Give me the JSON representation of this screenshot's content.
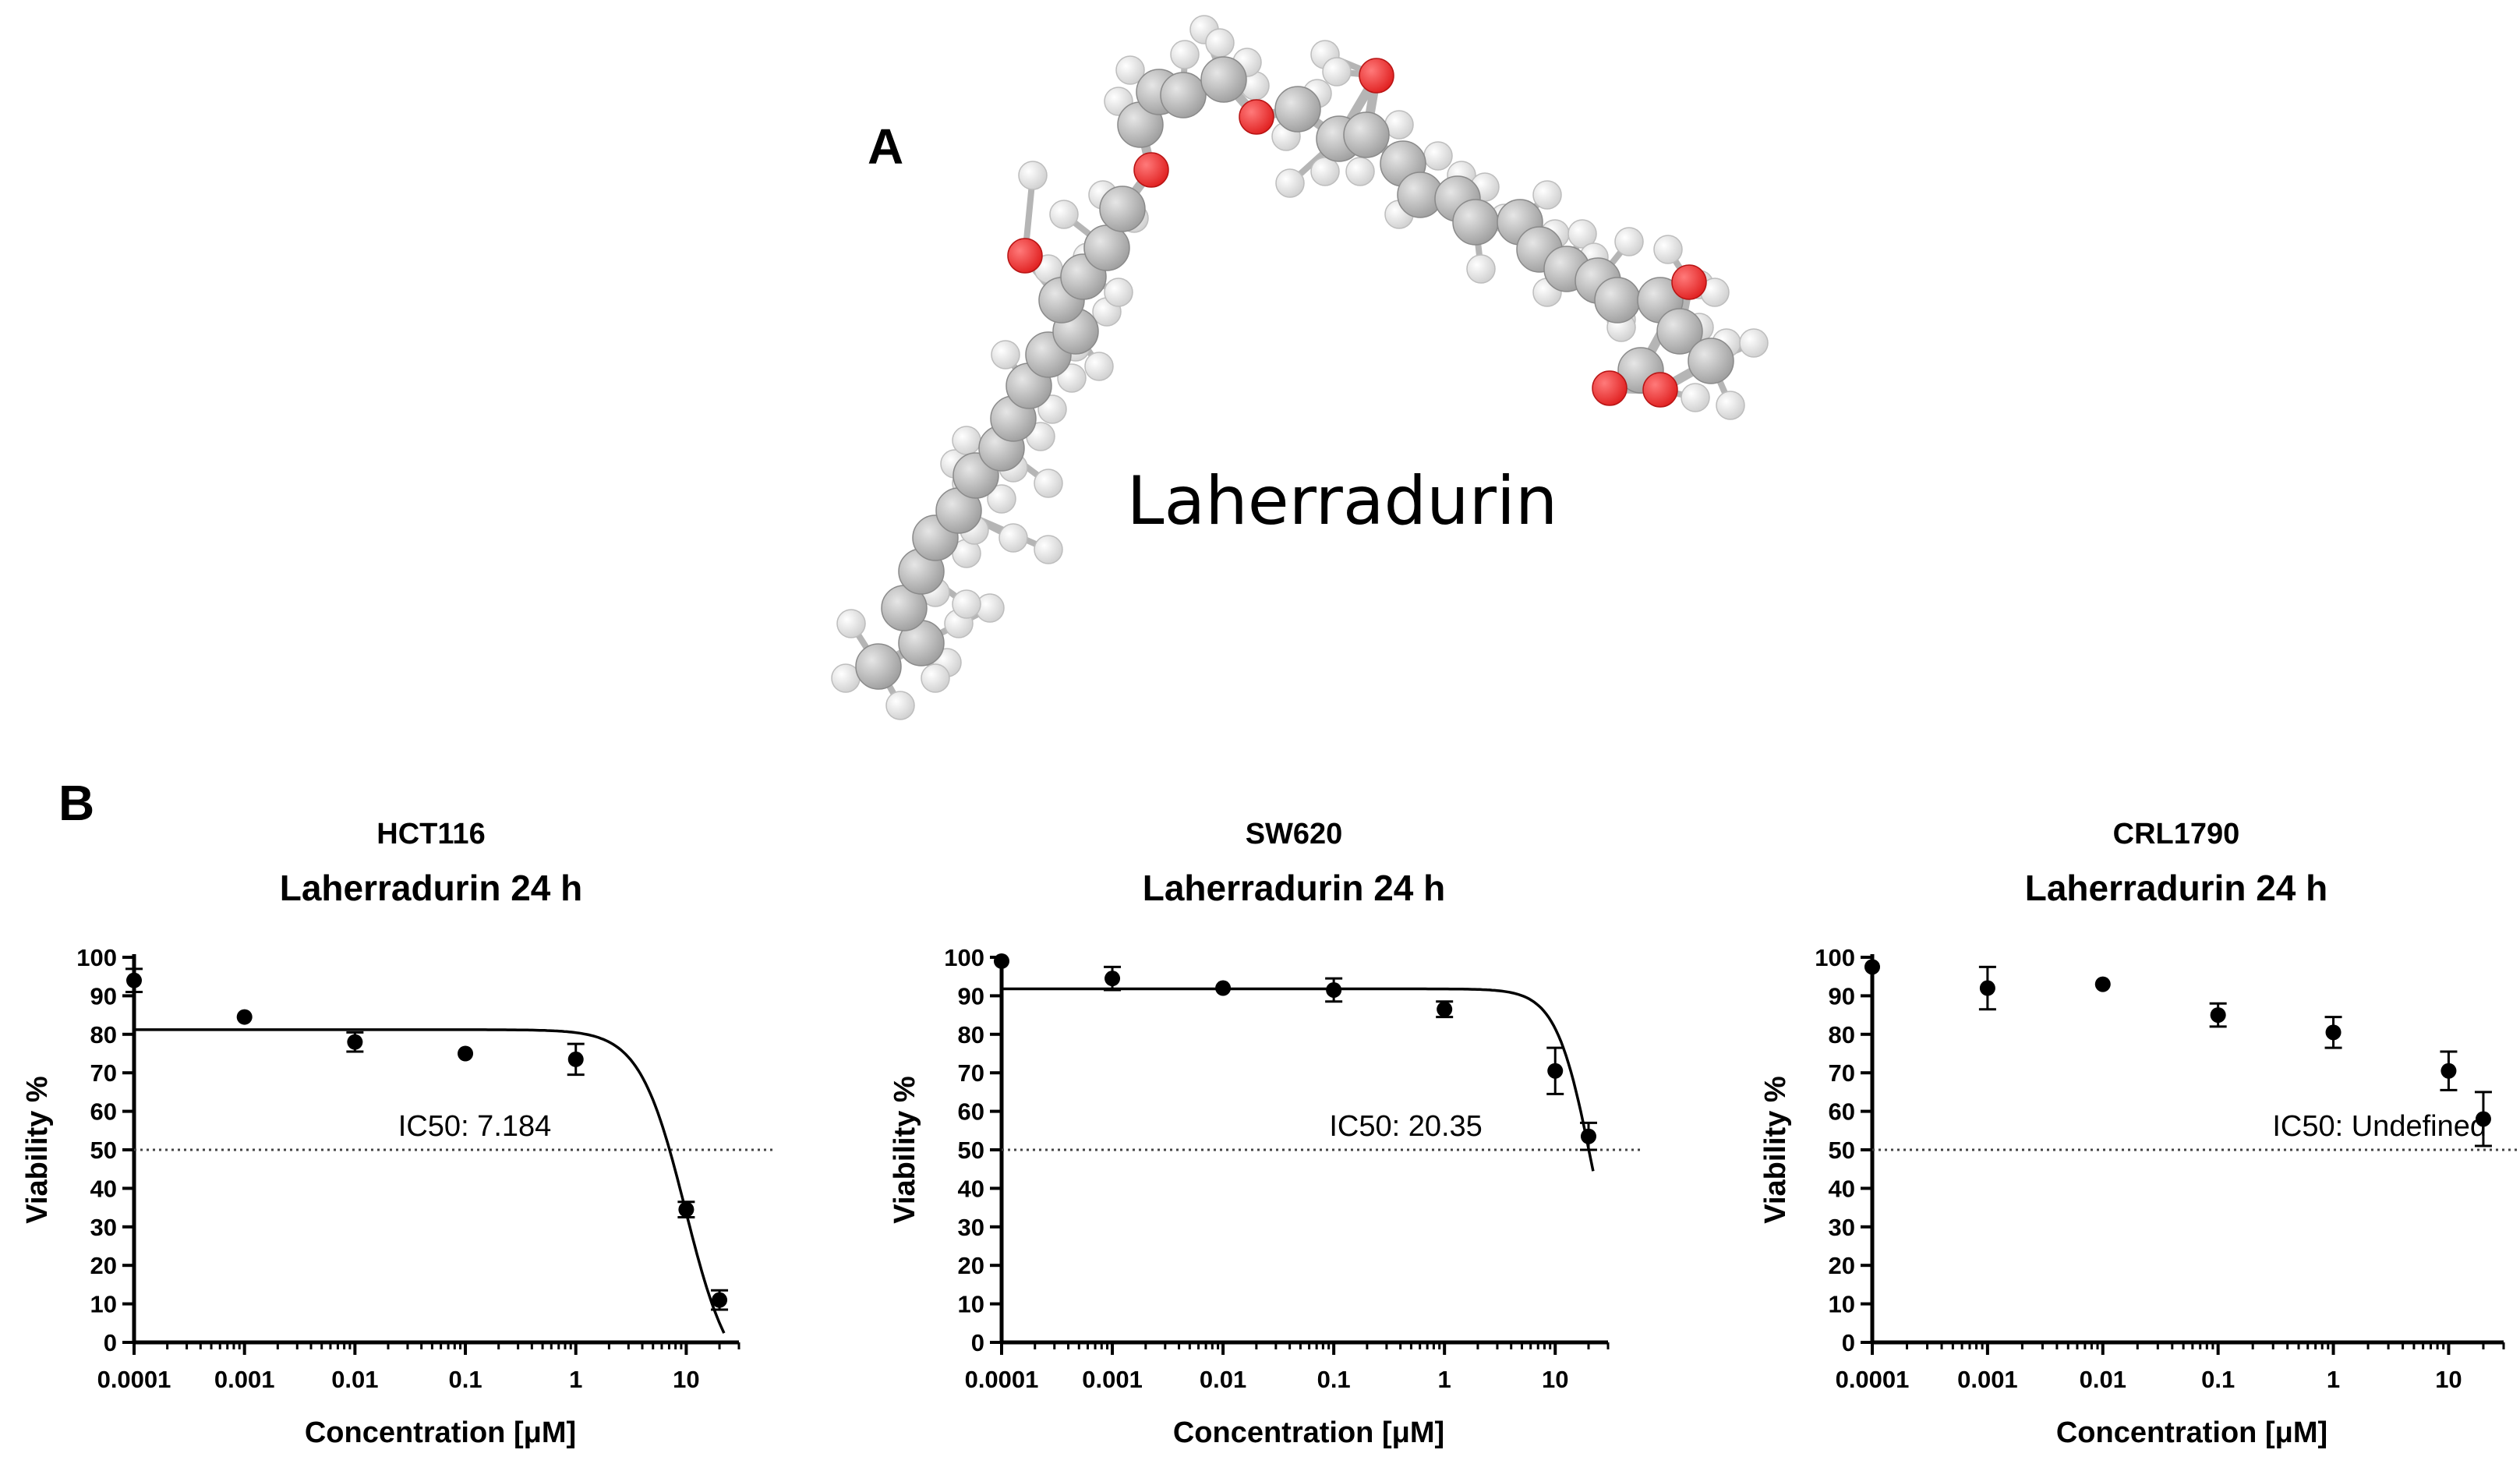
{
  "figure": {
    "panel_a_label": "A",
    "panel_b_label": "B",
    "molecule_name": "Laherradurin",
    "colors": {
      "carbon": "#9e9e9e",
      "hydrogen": "#f2f2f2",
      "oxygen": "#e02020",
      "bond": "#b5b5b5",
      "curve": "#000000",
      "threshold": "#444444"
    }
  },
  "chart_data": [
    {
      "type": "scatter",
      "cell_line": "HCT116",
      "title": "Laherradurin 24 h",
      "xlabel": "Concentration [μM]",
      "ylabel": "Viability %",
      "x_scale": "log",
      "xlim": [
        0.0001,
        30
      ],
      "x_ticks": [
        0.0001,
        0.001,
        0.01,
        0.1,
        1,
        10
      ],
      "x_tick_labels": [
        "0.0001",
        "0.001",
        "0.01",
        "0.1",
        "1",
        "10"
      ],
      "ylim": [
        0,
        100
      ],
      "y_ticks": [
        0,
        10,
        20,
        30,
        40,
        50,
        60,
        70,
        80,
        90,
        100
      ],
      "points": [
        {
          "x": 0.0001,
          "y": 94,
          "err": 3
        },
        {
          "x": 0.001,
          "y": 84.5,
          "err": 0
        },
        {
          "x": 0.01,
          "y": 78,
          "err": 2.5
        },
        {
          "x": 0.1,
          "y": 75,
          "err": 0
        },
        {
          "x": 1,
          "y": 73.5,
          "err": 4
        },
        {
          "x": 10,
          "y": 34.5,
          "err": 2
        },
        {
          "x": 20,
          "y": 11,
          "err": 2.5
        }
      ],
      "fit": {
        "top": 81.2,
        "bottom": -12,
        "ec50": 9.8,
        "hill": 2.1
      },
      "threshold": 50,
      "ic50_text": "IC50: 7.184",
      "grid": false,
      "legend": "none"
    },
    {
      "type": "scatter",
      "cell_line": "SW620",
      "title": "Laherradurin 24 h",
      "xlabel": "Concentration [μM]",
      "ylabel": "Viability %",
      "x_scale": "log",
      "xlim": [
        0.0001,
        30
      ],
      "x_ticks": [
        0.0001,
        0.001,
        0.01,
        0.1,
        1,
        10
      ],
      "x_tick_labels": [
        "0.0001",
        "0.001",
        "0.01",
        "0.1",
        "1",
        "10"
      ],
      "ylim": [
        0,
        100
      ],
      "y_ticks": [
        0,
        10,
        20,
        30,
        40,
        50,
        60,
        70,
        80,
        90,
        100
      ],
      "points": [
        {
          "x": 0.0001,
          "y": 99,
          "err": 0
        },
        {
          "x": 0.001,
          "y": 94.5,
          "err": 3
        },
        {
          "x": 0.01,
          "y": 92,
          "err": 0
        },
        {
          "x": 0.1,
          "y": 91.5,
          "err": 3
        },
        {
          "x": 1,
          "y": 86.5,
          "err": 2
        },
        {
          "x": 10,
          "y": 70.5,
          "err": 6
        },
        {
          "x": 20,
          "y": 53.5,
          "err": 3.5
        }
      ],
      "fit": {
        "top": 91.8,
        "bottom": 0,
        "ec50": 21.5,
        "hill": 2.7
      },
      "threshold": 50,
      "ic50_text": "IC50: 20.35",
      "grid": false,
      "legend": "none"
    },
    {
      "type": "scatter",
      "cell_line": "CRL1790",
      "title": "Laherradurin 24 h",
      "xlabel": "Concentration [μM]",
      "ylabel": "Viability %",
      "x_scale": "log",
      "xlim": [
        0.0001,
        30
      ],
      "x_ticks": [
        0.0001,
        0.001,
        0.01,
        0.1,
        1,
        10
      ],
      "x_tick_labels": [
        "0.0001",
        "0.001",
        "0.01",
        "0.1",
        "1",
        "10"
      ],
      "ylim": [
        0,
        100
      ],
      "y_ticks": [
        0,
        10,
        20,
        30,
        40,
        50,
        60,
        70,
        80,
        90,
        100
      ],
      "points": [
        {
          "x": 0.0001,
          "y": 97.5,
          "err": 0
        },
        {
          "x": 0.001,
          "y": 92,
          "err": 5.5
        },
        {
          "x": 0.01,
          "y": 93,
          "err": 0
        },
        {
          "x": 0.1,
          "y": 85,
          "err": 3
        },
        {
          "x": 1,
          "y": 80.5,
          "err": 4
        },
        {
          "x": 10,
          "y": 70.5,
          "err": 5
        },
        {
          "x": 20,
          "y": 58,
          "err": 7
        }
      ],
      "fit": null,
      "threshold": 50,
      "ic50_text": "IC50: Undefined",
      "grid": false,
      "legend": "none"
    }
  ]
}
